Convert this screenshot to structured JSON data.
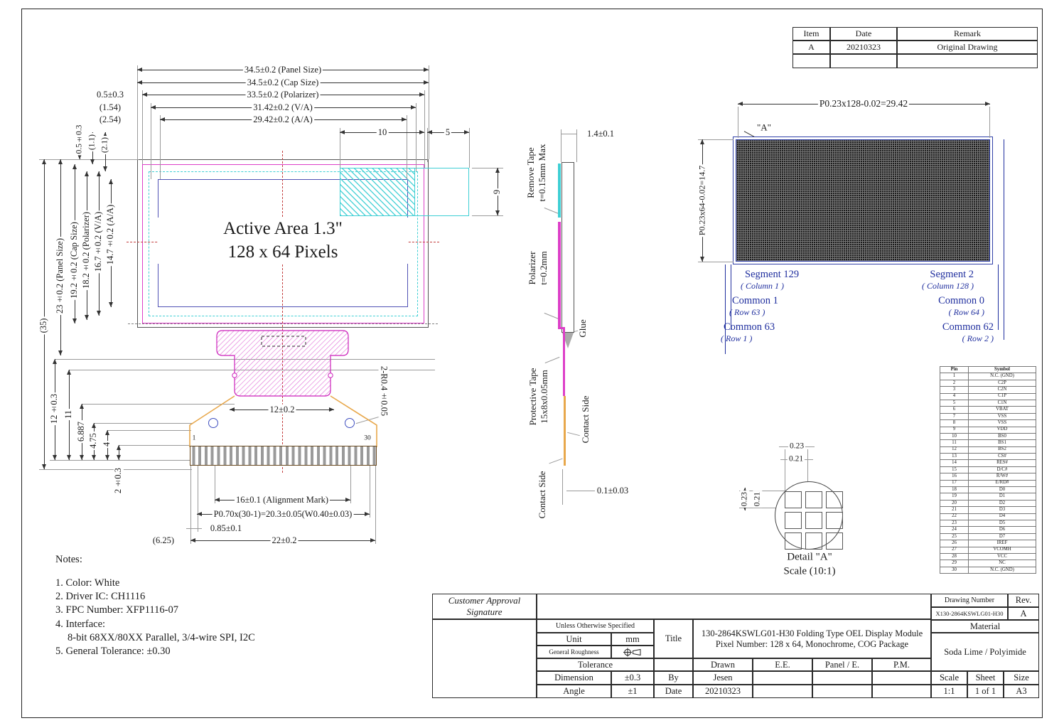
{
  "revision": {
    "item_h": "Item",
    "date_h": "Date",
    "remark_h": "Remark",
    "item": "A",
    "date": "20210323",
    "remark": "Original Drawing"
  },
  "front": {
    "dim_panel_w": "34.5±0.2 (Panel Size)",
    "dim_cap_w": "34.5±0.2 (Cap Size)",
    "dim_pol_w": "33.5±0.2 (Polarizer)",
    "dim_va_w": "31.42±0.2 (V/A)",
    "dim_aa_w": "29.42±0.2 (A/A)",
    "dim_05": "0.5±0.3",
    "dim_154": "(1.54)",
    "dim_254": "(2.54)",
    "dim_10": "10",
    "dim_5": "5",
    "dim_9": "9",
    "rot_05": "0.5±0.3",
    "rot_11": "(1.1)",
    "rot_21": "(2.1)",
    "dim_35": "(35)",
    "dim_panel_h": "23±0.2 (Panel Size)",
    "dim_cap_h": "19.2±0.2 (Cap Size)",
    "dim_pol_h": "18.2±0.2 (Polarizer)",
    "dim_va_h": "16.7±0.2 (V/A)",
    "dim_aa_h": "14.7±0.2 (A/A)",
    "dim_12_03": "12±0.3",
    "dim_11": "11",
    "dim_6887": "6.887",
    "dim_475": "4.75",
    "dim_4": "4",
    "dim_2": "2±0.3",
    "dim_align": "16±0.1 (Alignment Mark)",
    "dim_pitch": "P0.70x(30-1)=20.3±0.05(W0.40±0.03)",
    "dim_085": "0.85±0.1",
    "dim_625": "(6.25)",
    "dim_22": "22±0.2",
    "dim_12": "12±0.2",
    "dim_r04": "2-R0.4±0.05",
    "active_1": "Active Area 1.3\"",
    "active_2": "128 x 64 Pixels",
    "pin_first": "1",
    "pin_last": "30"
  },
  "side": {
    "remove_1": "Remove Tape",
    "remove_2": "t=0.15mm Max",
    "dim_14": "1.4±0.1",
    "pol_1": "Polarizer",
    "pol_2": "t=0.2mm",
    "glue": "Glue",
    "tape_1": "Protective Tape",
    "tape_2": "15x8x0.05mm",
    "contact_r": "Contact Side",
    "contact_l": "Contact Side",
    "dim_01": "0.1±0.03"
  },
  "pixel": {
    "dim_w": "P0.23x128-0.02=29.42",
    "dim_h": "P0.23x64-0.02=14.7",
    "corner": "\"A\"",
    "seg129": "Segment 129",
    "seg129_s": "( Column 1 )",
    "seg2": "Segment 2",
    "seg2_s": "( Column 128 )",
    "com1": "Common 1",
    "com1_s": "( Row 63 )",
    "com0": "Common 0",
    "com0_s": "( Row 64 )",
    "com63": "Common 63",
    "com63_s": "( Row 1 )",
    "com62": "Common 62",
    "com62_s": "( Row 2 )"
  },
  "pins": {
    "h_pin": "Pin",
    "h_sym": "Symbol",
    "rows": [
      [
        "1",
        "N.C. (GND)"
      ],
      [
        "2",
        "C2P"
      ],
      [
        "3",
        "C2N"
      ],
      [
        "4",
        "C1P"
      ],
      [
        "5",
        "C1N"
      ],
      [
        "6",
        "VBAT"
      ],
      [
        "7",
        "VSS"
      ],
      [
        "8",
        "VSS"
      ],
      [
        "9",
        "VDD"
      ],
      [
        "10",
        "BS0"
      ],
      [
        "11",
        "BS1"
      ],
      [
        "12",
        "BS2"
      ],
      [
        "13",
        "CS#"
      ],
      [
        "14",
        "RES#"
      ],
      [
        "15",
        "D/C#"
      ],
      [
        "16",
        "R/W#"
      ],
      [
        "17",
        "E/RD#"
      ],
      [
        "18",
        "D0"
      ],
      [
        "19",
        "D1"
      ],
      [
        "20",
        "D2"
      ],
      [
        "21",
        "D3"
      ],
      [
        "22",
        "D4"
      ],
      [
        "23",
        "D5"
      ],
      [
        "24",
        "D6"
      ],
      [
        "25",
        "D7"
      ],
      [
        "26",
        "IREF"
      ],
      [
        "27",
        "VCOMH"
      ],
      [
        "28",
        "VCC"
      ],
      [
        "29",
        "NC"
      ],
      [
        "30",
        "N.C. (GND)"
      ]
    ]
  },
  "detail": {
    "d23t": "0.23",
    "d21t": "0.21",
    "d21l": "0.21",
    "d23l": "0.23",
    "title": "Detail \"A\"",
    "scale": "Scale (10:1)"
  },
  "notes": {
    "title": "Notes:",
    "items": [
      "1. Color: White",
      "2. Driver IC: CH1116",
      "3. FPC Number: XFP1116-07",
      "4. Interface:",
      "8-bit 68XX/80XX Parallel, 3/4-wire SPI, I2C",
      "5. General Tolerance: ±0.30"
    ]
  },
  "tb": {
    "approval_1": "Customer Approval",
    "approval_2": "Signature",
    "unless": "Unless Otherwise Specified",
    "unit_l": "Unit",
    "unit_v": "mm",
    "rough_l": "General Roughness",
    "tolerance": "Tolerance",
    "dim_l": "Dimension",
    "dim_v": "±0.3",
    "ang_l": "Angle",
    "ang_v": "±1",
    "title_l": "Title",
    "title_1": "130-2864KSWLG01-H30 Folding Type OEL Display Module",
    "title_2": "Pixel Number: 128 x 64, Monochrome, COG Package",
    "drawn": "Drawn",
    "ee": "E.E.",
    "panel_e": "Panel / E.",
    "pm": "P.M.",
    "by": "By",
    "date": "Date",
    "drawn_v": "Jesen",
    "date_v": "20210323",
    "dn_l": "Drawing Number",
    "rev_l": "Rev.",
    "dn_v": "X130-2864KSWLG01-H30",
    "rev_v": "A",
    "mat_l": "Material",
    "mat_v": "Soda Lime / Polyimide",
    "scale_l": "Scale",
    "sheet_l": "Sheet",
    "size_l": "Size",
    "scale_v": "1:1",
    "sheet_v": "1 of 1",
    "size_v": "A3"
  },
  "colors": {
    "magenta": "#dd3fc8",
    "cyan": "#3ecfd4",
    "va_blue": "#5153b5",
    "annot_blue": "#1f2e9e",
    "center_red": "#c23c3c",
    "fpc_orange": "#e8a84c"
  }
}
